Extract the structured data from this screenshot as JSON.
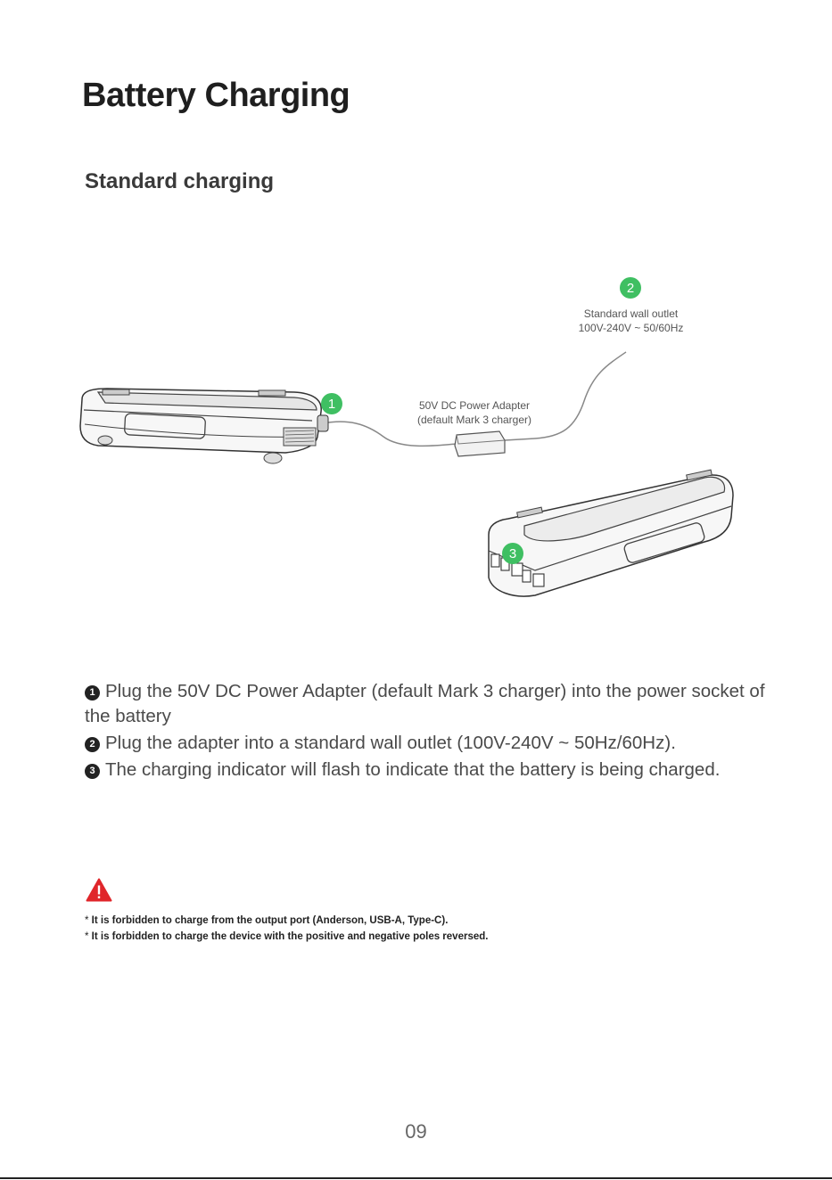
{
  "title": "Battery Charging",
  "subtitle": "Standard charging",
  "figure": {
    "callout_2": {
      "number": "2",
      "line1": "Standard wall outlet",
      "line2": "100V-240V ~ 50/60Hz"
    },
    "callout_adapter": {
      "line1": "50V DC Power Adapter",
      "line2": "(default Mark 3 charger)"
    },
    "badge_1": "1",
    "badge_3": "3"
  },
  "steps": [
    {
      "num": "1",
      "text": "Plug the 50V DC Power Adapter (default Mark 3 charger) into the power socket of the battery"
    },
    {
      "num": "2",
      "text": "Plug the adapter into a standard wall outlet (100V-240V ~ 50Hz/60Hz)."
    },
    {
      "num": "3",
      "text": "The charging indicator will flash to indicate that the battery is being charged."
    }
  ],
  "warnings": [
    {
      "prefix": "* ",
      "text": "It is forbidden to charge from the output port (Anderson, USB-A, Type-C)."
    },
    {
      "prefix": "* ",
      "text": "It is forbidden to charge the device with the positive and negative poles reversed."
    }
  ],
  "page_number": "09",
  "colors": {
    "badge": "#3fbf62",
    "warning": "#e0262b"
  }
}
